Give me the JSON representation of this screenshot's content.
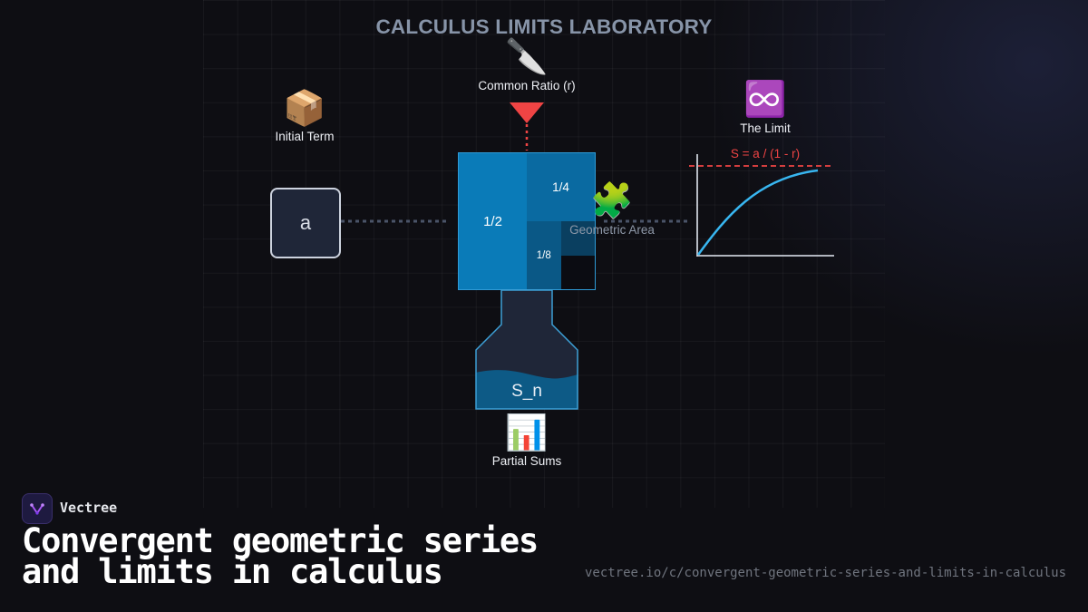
{
  "diagram": {
    "title": "CALCULUS LIMITS LABORATORY",
    "initial_term": {
      "icon": "package-icon",
      "glyph": "📦",
      "label": "Initial Term",
      "box_text": "a"
    },
    "common_ratio": {
      "icon": "knife-icon",
      "glyph": "🔪",
      "label": "Common Ratio (r)"
    },
    "geometric_area": {
      "icon": "puzzle-piece-icon",
      "glyph": "🧩",
      "label": "Geometric Area",
      "pieces": [
        "1/2",
        "1/4",
        "1/8"
      ]
    },
    "the_limit": {
      "icon": "infinity-icon",
      "glyph": "♾️",
      "label": "The Limit",
      "formula": "S = a / (1 - r)"
    },
    "partial_sums": {
      "icon": "bar-chart-icon",
      "glyph": "📊",
      "label": "Partial Sums",
      "flask_text": "S_n"
    },
    "colors": {
      "accent_blue": "#0a7bb8",
      "limit_red": "#ef4444",
      "curve_blue": "#38b6f0",
      "liquid": "#0d5a86"
    }
  },
  "footer": {
    "brand": "Vectree",
    "headline_line1": "Convergent geometric series",
    "headline_line2": "and limits in calculus",
    "url": "vectree.io/c/convergent-geometric-series-and-limits-in-calculus"
  }
}
